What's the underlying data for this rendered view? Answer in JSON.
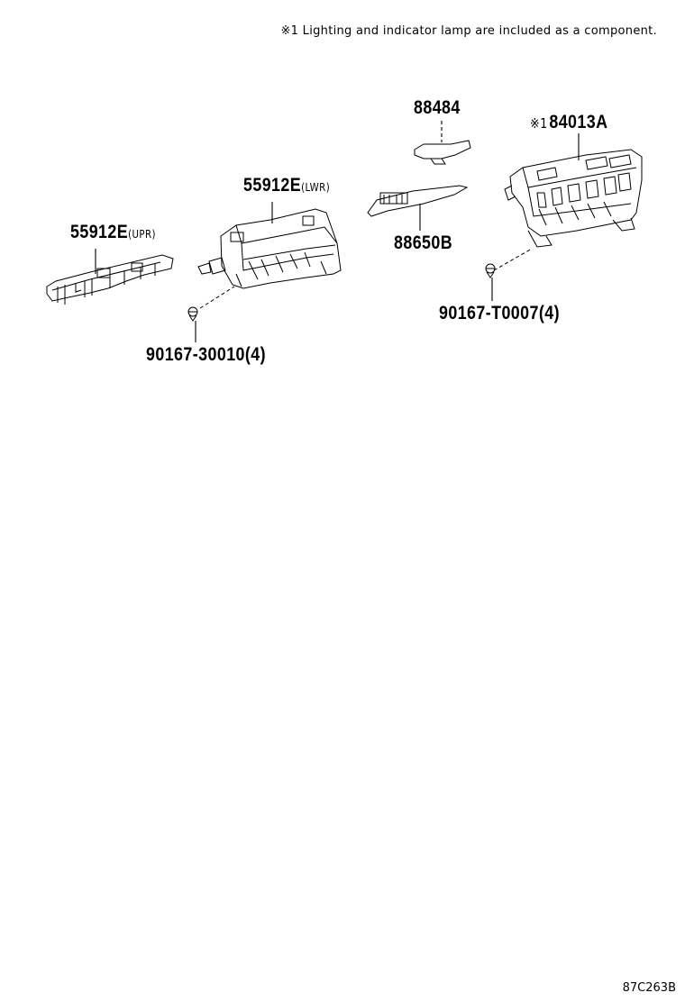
{
  "note": {
    "text": "※1 Lighting and indicator lamp are included as a component."
  },
  "parts": [
    {
      "id": "55912E_upr",
      "number": "55912E",
      "qualifier": "(UPR)"
    },
    {
      "id": "55912E_lwr",
      "number": "55912E",
      "qualifier": "(LWR)"
    },
    {
      "id": "90167_30010",
      "number": "90167-30010(4)"
    },
    {
      "id": "88484",
      "number": "88484"
    },
    {
      "id": "88650B",
      "number": "88650B"
    },
    {
      "id": "84013A",
      "number": "84013A",
      "mark": "※1"
    },
    {
      "id": "90167_T0007",
      "number": "90167-T0007(4)"
    }
  ],
  "illustration_code": "87C263B"
}
